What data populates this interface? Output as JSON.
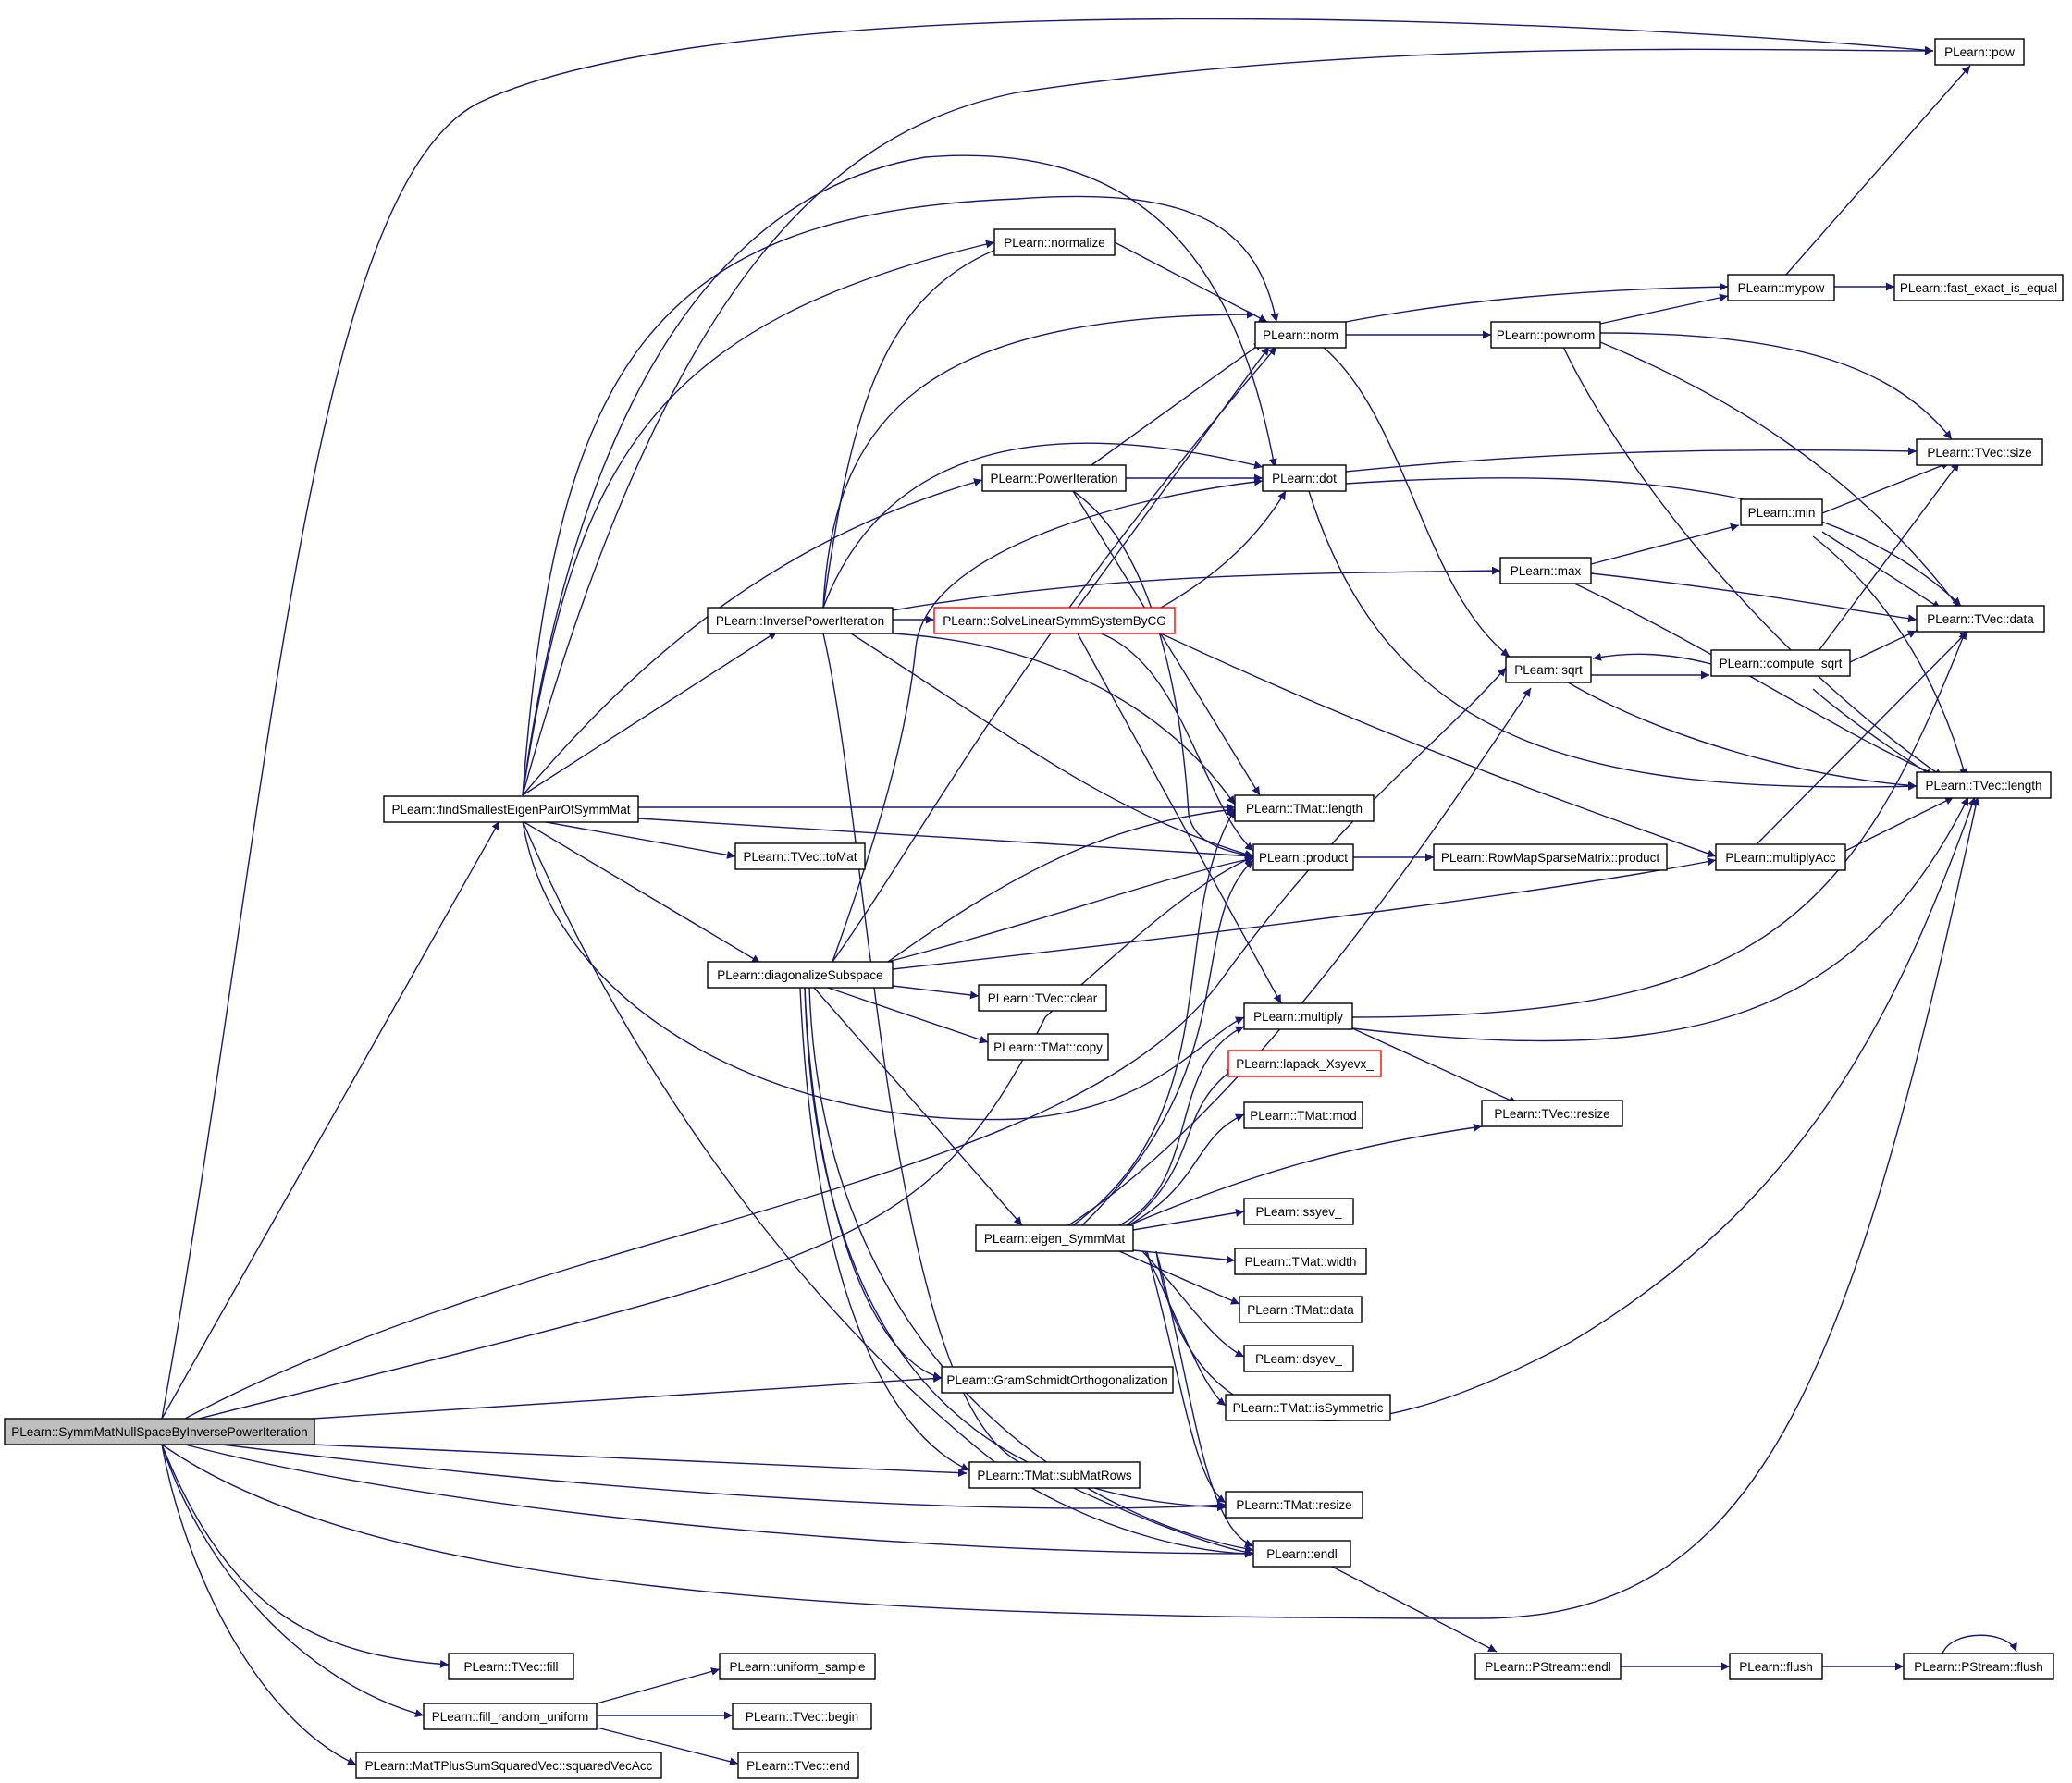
{
  "colors": {
    "edge": "#191970",
    "node_border": "#000000",
    "truncated_border": "#ff0000",
    "root_fill": "#bfbfbf",
    "node_fill": "#ffffff"
  },
  "nodes": {
    "root": "PLearn::SymmMatNullSpaceByInversePowerIteration",
    "pow": "PLearn::pow",
    "mypow": "PLearn::mypow",
    "fast_exact": "PLearn::fast_exact_is_equal",
    "normalize": "PLearn::normalize",
    "norm": "PLearn::norm",
    "pownorm": "PLearn::pownorm",
    "powerit": "PLearn::PowerIteration",
    "dot": "PLearn::dot",
    "tvec_size": "PLearn::TVec::size",
    "min": "PLearn::min",
    "max": "PLearn::max",
    "tvec_data": "PLearn::TVec::data",
    "invpow": "PLearn::InversePowerIteration",
    "solvecg": "PLearn::SolveLinearSymmSystemByCG",
    "sqrt": "PLearn::sqrt",
    "compute_sqrt": "PLearn::compute_sqrt",
    "tvec_length": "PLearn::TVec::length",
    "findsmall": "PLearn::findSmallestEigenPairOfSymmMat",
    "tmat_length": "PLearn::TMat::length",
    "product": "PLearn::product",
    "rowmap": "PLearn::RowMapSparseMatrix::product",
    "multiplyacc": "PLearn::multiplyAcc",
    "tomat": "PLearn::TVec::toMat",
    "diagsub": "PLearn::diagonalizeSubspace",
    "tvec_clear": "PLearn::TVec::clear",
    "multiply": "PLearn::multiply",
    "tmat_copy": "PLearn::TMat::copy",
    "lapack": "PLearn::lapack_Xsyevx_",
    "tvec_resize": "PLearn::TVec::resize",
    "tmat_mod": "PLearn::TMat::mod",
    "ssyev": "PLearn::ssyev_",
    "eigen": "PLearn::eigen_SymmMat",
    "tmat_width": "PLearn::TMat::width",
    "tmat_data": "PLearn::TMat::data",
    "dsyev": "PLearn::dsyev_",
    "issym": "PLearn::TMat::isSymmetric",
    "gram": "PLearn::GramSchmidtOrthogonalization",
    "submat": "PLearn::TMat::subMatRows",
    "tmat_resize": "PLearn::TMat::resize",
    "endl": "PLearn::endl",
    "pstream_endl": "PLearn::PStream::endl",
    "flush": "PLearn::flush",
    "pstream_flush": "PLearn::PStream::flush",
    "tvec_fill": "PLearn::TVec::fill",
    "uniform": "PLearn::uniform_sample",
    "fillrand": "PLearn::fill_random_uniform",
    "tvec_begin": "PLearn::TVec::begin",
    "tvec_end": "PLearn::TVec::end",
    "sqvec": "PLearn::MatTPlusSumSquaredVec::squaredVecAcc"
  }
}
